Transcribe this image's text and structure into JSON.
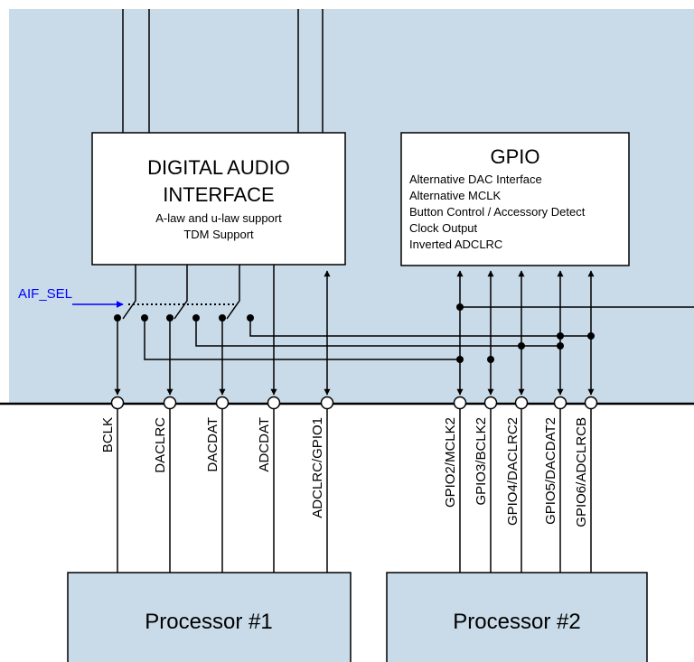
{
  "colors": {
    "chip_background": "#c9dbe8",
    "processor_background": "#c9dbe8",
    "line": "#000000",
    "aif_sel": "#0000ff"
  },
  "dai": {
    "title_line1": "DIGITAL AUDIO",
    "title_line2": "INTERFACE",
    "sub_line1": "A-law and u-law support",
    "sub_line2": "TDM Support"
  },
  "gpio": {
    "title": "GPIO",
    "items": [
      "Alternative DAC Interface",
      "Alternative MCLK",
      "Button Control / Accessory Detect",
      "Clock Output",
      "Inverted ADCLRC"
    ]
  },
  "aif_sel": "AIF_SEL",
  "pins_group1": [
    "BCLK",
    "DACLRC",
    "DACDAT",
    "ADCDAT",
    "ADCLRC/GPIO1"
  ],
  "pins_group2": [
    "GPIO2/MCLK2",
    "GPIO3/BCLK2",
    "GPIO4/DACLRC2",
    "GPIO5/DACDAT2",
    "GPIO6/ADCLRCB"
  ],
  "processors": [
    "Processor #1",
    "Processor #2"
  ]
}
